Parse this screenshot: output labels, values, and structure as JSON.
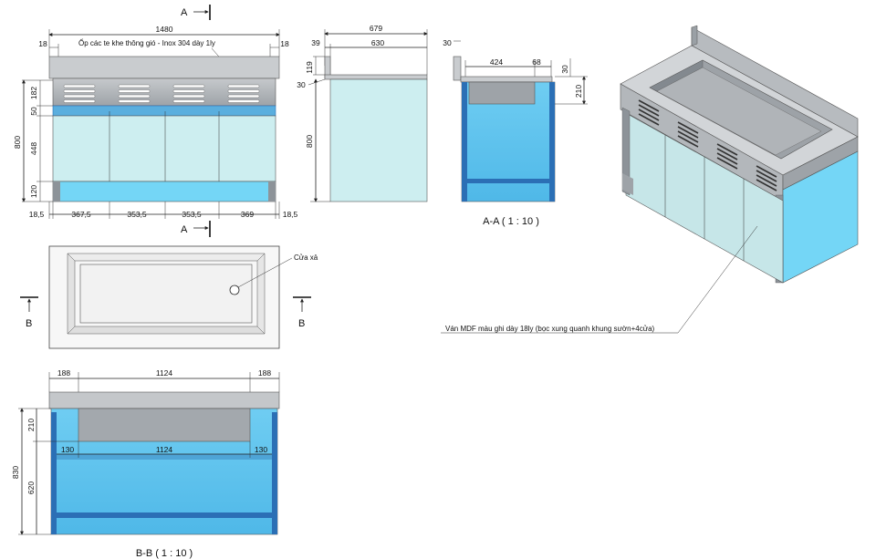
{
  "colors": {
    "steel": "#a9aeb3",
    "steel_dark": "#8d9399",
    "steel_light": "#d4d7da",
    "glass": "#cdeef0",
    "glass_blue": "#74d6f6",
    "deep_blue": "#5aaede",
    "band_blue": "#2b6fb5",
    "frame": "#7c8a98"
  },
  "front_view": {
    "width_total": "1480",
    "side_left": "18",
    "side_right": "18",
    "height_total": "800",
    "h_top": "182",
    "h_rail": "50",
    "h_doors": "448",
    "h_plinth": "120",
    "b_1": "18,5",
    "b_2": "367,5",
    "b_3": "353,5",
    "b_4": "353,5",
    "b_5": "369",
    "b_6": "18,5",
    "vent_note": "Ốp các te khe thông gió - Inox 304 dày 1ly"
  },
  "section_marks": {
    "a_top": "A",
    "a_bottom": "A",
    "b_left": "B",
    "b_right": "B"
  },
  "side_view": {
    "depth_total": "679",
    "d_left": "39",
    "d_main": "630",
    "h_top": "119",
    "h_step": "30",
    "height": "800"
  },
  "section_aa": {
    "title": "A-A ( 1 : 10 )",
    "lip": "30",
    "basin_width": "424",
    "offset": "68",
    "top_thick": "30",
    "basin_depth": "210"
  },
  "top_view": {
    "drain_label": "Cửa xả"
  },
  "section_bb": {
    "title": "B-B ( 1 : 10 )",
    "top_left": "188",
    "top_mid": "1124",
    "top_right": "188",
    "inner_left": "130",
    "inner_mid": "1124",
    "inner_right": "130",
    "h_total": "830",
    "h_basin": "210",
    "h_lower": "620"
  },
  "iso_view": {
    "material_note": "Ván MDF màu ghi dày 18ly (bọc xung quanh khung sườn+4cửa)"
  }
}
